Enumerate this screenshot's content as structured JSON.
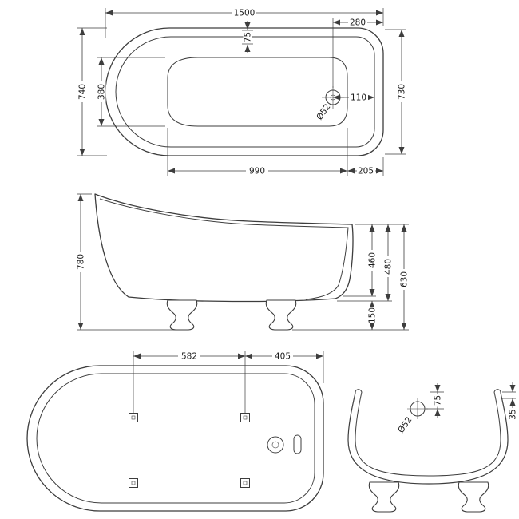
{
  "drawing": {
    "subject": "freestanding-slipper-bath-technical-drawing",
    "line_color": "#3d3d3d",
    "background": "#ffffff"
  },
  "views": {
    "plan": {
      "dims": {
        "overall_length": "1500",
        "drain_to_end": "280",
        "rim_offset": "75",
        "overall_width": "740",
        "basin_width": "380",
        "drain_to_rim": "110",
        "drain_diameter": "Ø52",
        "right_end_width": "730",
        "basin_length": "990",
        "basin_to_end": "205"
      }
    },
    "side": {
      "dims": {
        "overall_height": "780",
        "inner_depth": "460",
        "rim_to_underside": "480",
        "rim_height": "630",
        "floor_clearance": "150"
      }
    },
    "underside": {
      "dims": {
        "feet_spacing": "582",
        "feet_to_end": "405"
      }
    },
    "end": {
      "dims": {
        "drain_diameter": "Ø52",
        "drain_offset": "75",
        "rim_drop": "35"
      }
    }
  }
}
